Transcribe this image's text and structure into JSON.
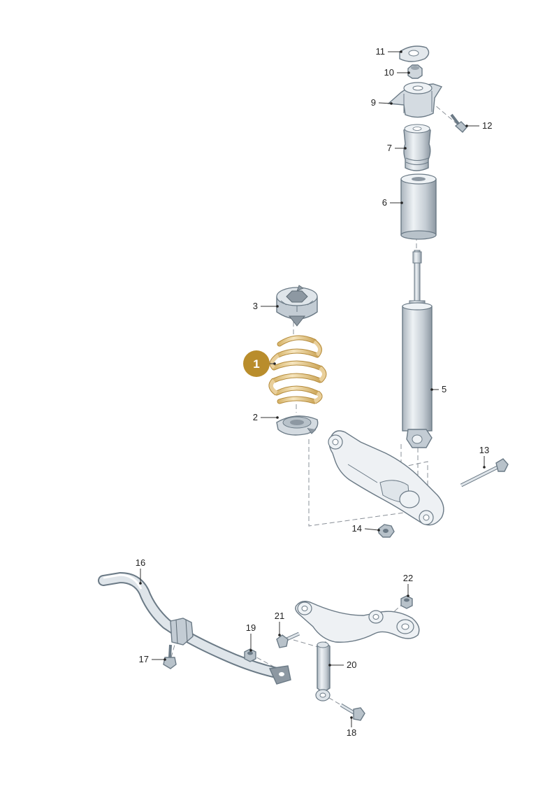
{
  "callouts": {
    "c1": "1",
    "c2": "2",
    "c3": "3",
    "c5": "5",
    "c6": "6",
    "c7": "7",
    "c9": "9",
    "c10": "10",
    "c11": "11",
    "c12": "12",
    "c13": "13",
    "c14": "14",
    "c16": "16",
    "c17": "17",
    "c18": "18",
    "c19": "19",
    "c20": "20",
    "c21": "21",
    "c22": "22"
  },
  "colors": {
    "highlight_badge": "#b98d2c",
    "highlight_part": "#e9cf9a",
    "part_grey": "#c3ccd4"
  }
}
